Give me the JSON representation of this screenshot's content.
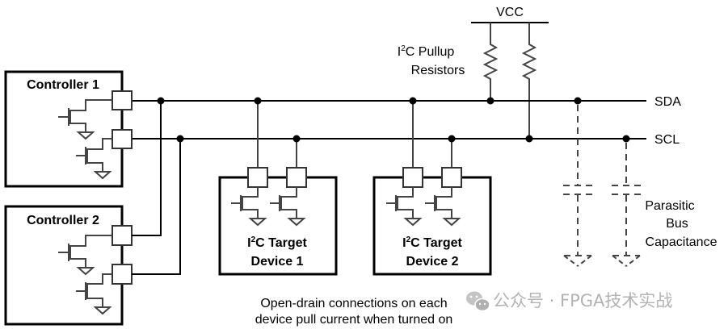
{
  "diagram": {
    "type": "I2C bus schematic",
    "power": {
      "label": "VCC"
    },
    "pullups": {
      "label_line1_prefix": "I",
      "label_line1_sup": "2",
      "label_line1_suffix": "C Pullup",
      "label_line2": "Resistors"
    },
    "buses": [
      {
        "id": "sda",
        "label": "SDA"
      },
      {
        "id": "scl",
        "label": "SCL"
      }
    ],
    "controllers": [
      {
        "label": "Controller 1"
      },
      {
        "label": "Controller 2"
      }
    ],
    "targets": [
      {
        "prefix": "I",
        "sup": "2",
        "suffix": "C Target",
        "line2": "Device 1"
      },
      {
        "prefix": "I",
        "sup": "2",
        "suffix": "C Target",
        "line2": "Device 2"
      }
    ],
    "capacitance": {
      "line1": "Parasitic",
      "line2": "Bus",
      "line3": "Capacitance"
    },
    "caption": {
      "line1": "Open-drain connections on each",
      "line2": "device pull current when turned on"
    },
    "watermark": {
      "icon": "wechat-icon",
      "text": "公众号 · FPGA技术实战"
    }
  }
}
